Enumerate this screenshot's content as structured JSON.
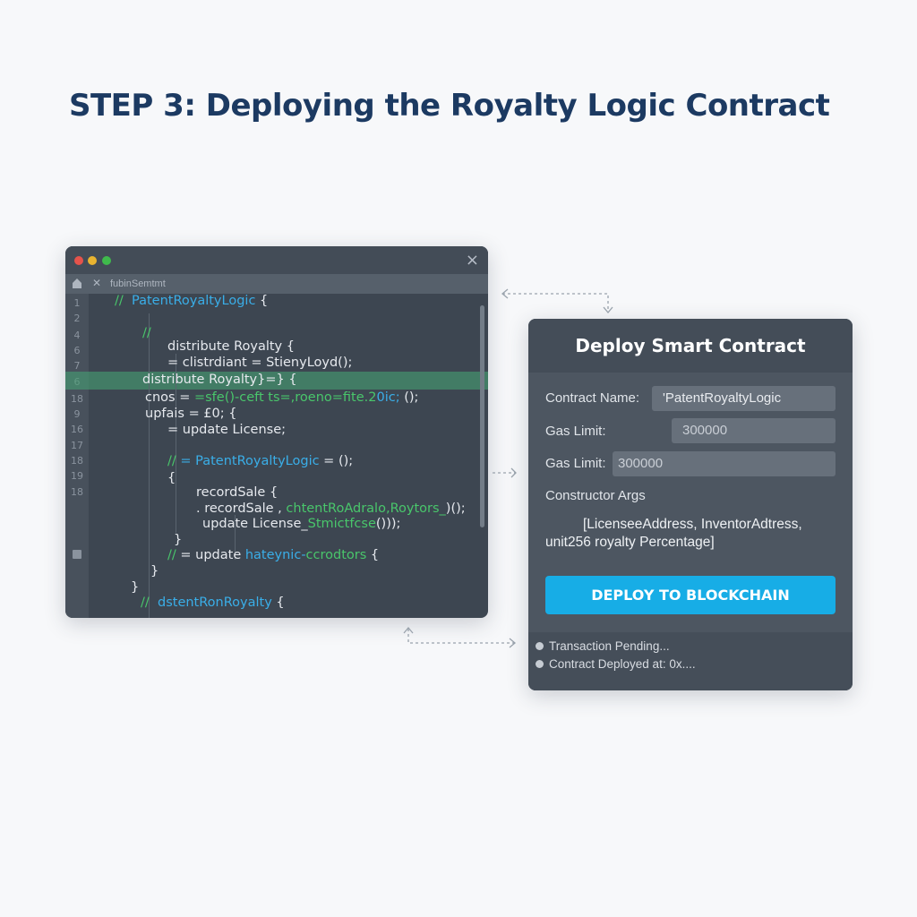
{
  "page": {
    "title": "STEP 3: Deploying the Royalty Logic Contract"
  },
  "editor": {
    "window_controls": [
      "close",
      "minimize",
      "maximize"
    ],
    "close_icon": "×",
    "tab_name": "fubinSemtmt",
    "line_numbers": [
      "1",
      "2",
      "4",
      "6",
      "7",
      "6",
      "18",
      "9",
      "16",
      "17",
      "18",
      "19",
      "18"
    ],
    "lines": [
      {
        "comment": "//",
        "ident": "PatentRoyaltyLogic",
        "text": " {"
      },
      {
        "comment": "//",
        "ident": "",
        "text": ""
      },
      {
        "text": "distribute Royalty {"
      },
      {
        "text": "= clistrdiant = StienyLoyd();"
      },
      {
        "text": "distribute Royalty}=} {"
      },
      {
        "text": "cnos = ",
        "green": "=sfe()-ceft ts=,roeno=fite.2",
        "blue": "0ic;",
        "tail": " ();"
      },
      {
        "text": "upfais = £0; {"
      },
      {
        "text": "= update License;"
      },
      {
        "comment": "//",
        "blue": " = PatentRoyaltyLogic",
        "text": " = ();"
      },
      {
        "text": "{"
      },
      {
        "text": "recordSale {"
      },
      {
        "text": ". recordSale ,",
        "green": " chtentRoAdralo,Roytors_",
        "tail": ")();"
      },
      {
        "text": "update License_",
        "green": "Stmictfcse",
        "tail": "()));"
      },
      {
        "text": "}"
      },
      {
        "comment": "//",
        "text": " = update ",
        "blue": "hateynic-",
        "green": "ccrodtors",
        "tail": " {"
      },
      {
        "text": "}"
      },
      {
        "text": "}"
      },
      {
        "comment": "//",
        "blue": "  dstentRonRoyalty",
        "text": " {"
      }
    ]
  },
  "deploy_panel": {
    "title": "Deploy Smart Contract",
    "contract_name_label": "Contract Name:",
    "contract_name_value": "'PatentRoyaltyLogic",
    "gas_limit_label_1": "Gas Limit:",
    "gas_limit_value_1": "300000",
    "gas_limit_label_2": "Gas Limit:",
    "gas_limit_value_2": "300000",
    "constructor_args_label": "Constructor Args",
    "constructor_args_line1": "[LicenseeAddress, InventorAdtress,",
    "constructor_args_line2": "unit256 royalty Percentage]",
    "deploy_button": "DEPLOY TO BLOCKCHAIN",
    "status": [
      "Transaction Pending...",
      "Contract Deployed at: 0x...."
    ],
    "colors": {
      "button": "#17ade6",
      "panel_bg": "#4d5661"
    }
  }
}
